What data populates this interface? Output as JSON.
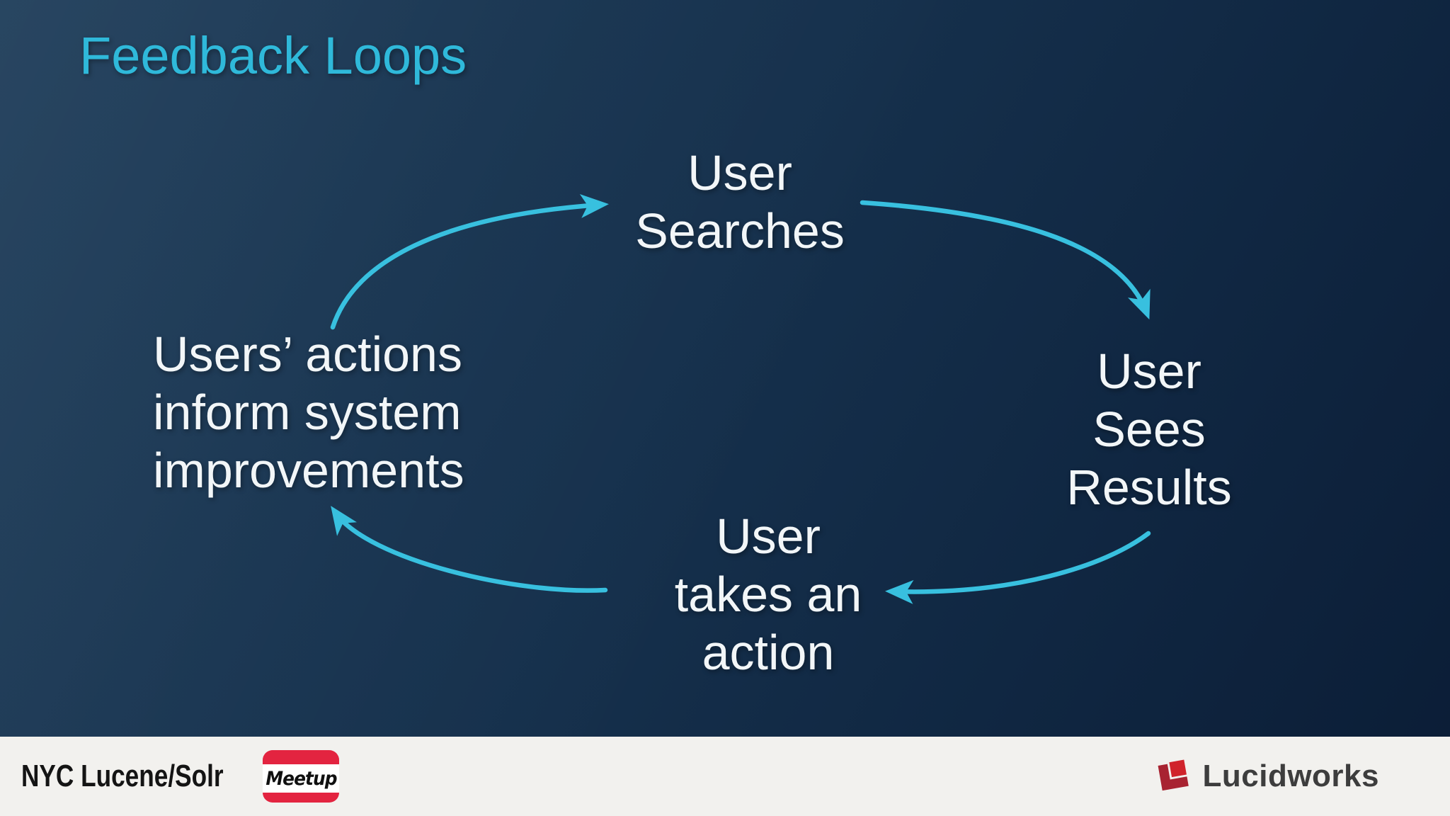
{
  "slide": {
    "title": "Feedback Loops",
    "diagram_type": "cycle",
    "nodes": {
      "user_searches": {
        "lines": [
          "User",
          "Searches"
        ]
      },
      "user_sees_results": {
        "lines": [
          "User",
          "Sees",
          "Results"
        ]
      },
      "user_takes_action": {
        "lines": [
          "User",
          "takes an",
          "action"
        ]
      },
      "users_actions_inform": {
        "lines": [
          "Users’ actions",
          "inform system",
          "improvements"
        ]
      }
    },
    "arrows": [
      {
        "from": "users_actions_inform",
        "to": "user_searches"
      },
      {
        "from": "user_searches",
        "to": "user_sees_results"
      },
      {
        "from": "user_sees_results",
        "to": "user_takes_action"
      },
      {
        "from": "user_takes_action",
        "to": "users_actions_inform"
      }
    ]
  },
  "footer": {
    "left_text": "NYC Lucene/Solr",
    "meetup_badge_text": "Meetup",
    "brand_text": "Lucidworks"
  },
  "colors": {
    "title_cyan": "#2fb9da",
    "arrow_cyan": "#38c0df",
    "node_text": "#f2f6f8",
    "background_top_left": "#1d3c59",
    "background_bottom_right": "#0b1d36",
    "footer_background": "#f2f1ee",
    "footer_text": "#141414",
    "meetup_red": "#e32440",
    "lucidworks_dark_red": "#a82331",
    "lucidworks_bright_red": "#d0232b",
    "lucidworks_text": "#3d3d3d"
  }
}
